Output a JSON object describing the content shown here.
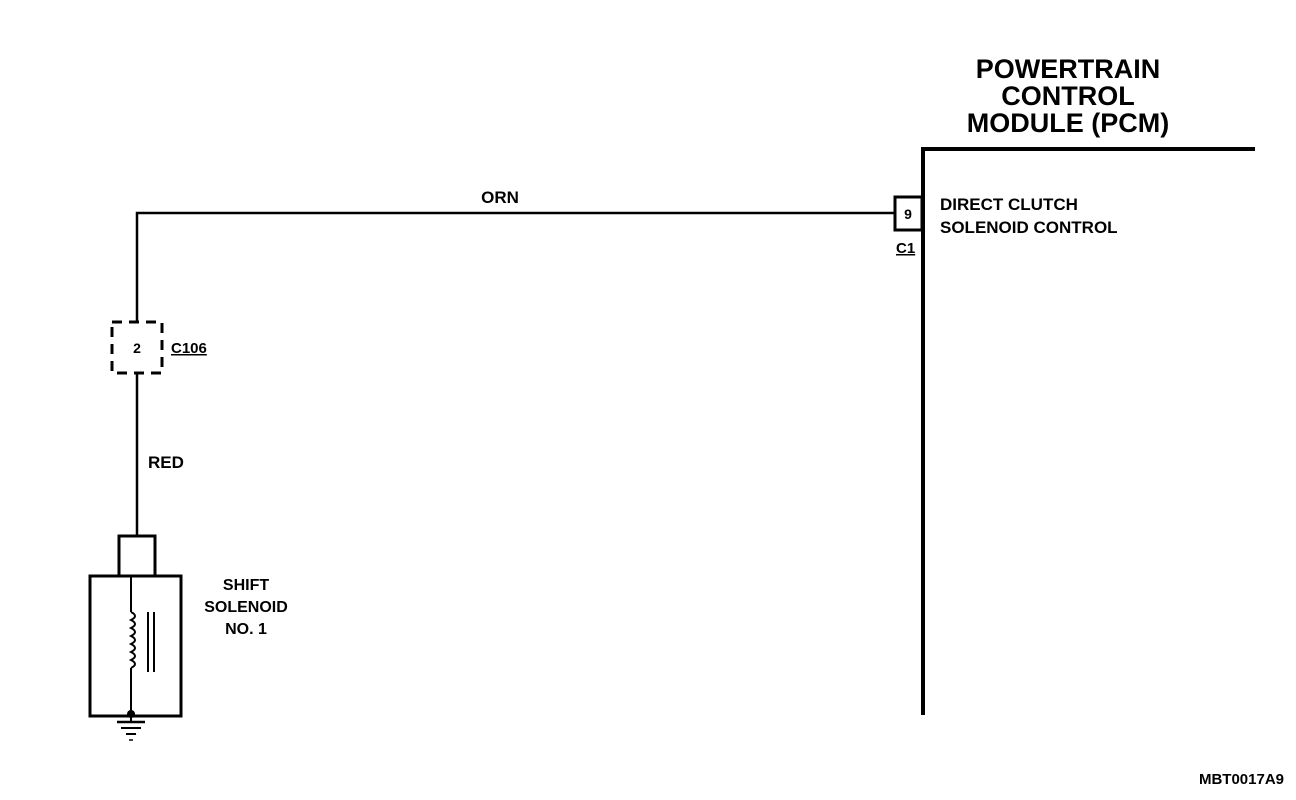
{
  "pcm": {
    "title_lines": [
      "POWERTRAIN",
      "CONTROL",
      "MODULE (PCM)"
    ],
    "pin_number": "9",
    "connector": "C1",
    "function_lines": [
      "DIRECT CLUTCH",
      "SOLENOID CONTROL"
    ]
  },
  "wires": {
    "upper_color": "ORN",
    "lower_color": "RED"
  },
  "inline_connector": {
    "pin_number": "2",
    "name": "C106"
  },
  "solenoid": {
    "label_lines": [
      "SHIFT",
      "SOLENOID",
      "NO. 1"
    ]
  },
  "document_id": "MBT0017A9"
}
